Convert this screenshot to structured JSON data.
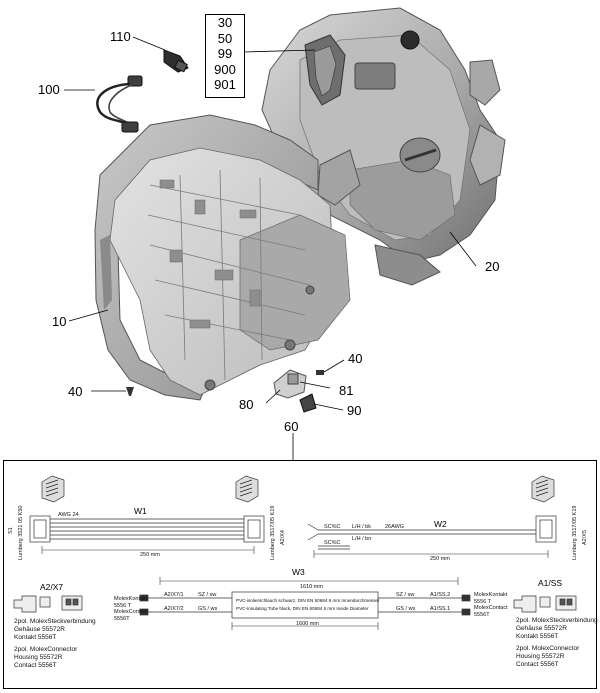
{
  "callouts": {
    "c110": "110",
    "c100": "100",
    "c10": "10",
    "c20": "20",
    "c40a": "40",
    "c40b": "40",
    "c80": "80",
    "c81": "81",
    "c90": "90",
    "c60": "60"
  },
  "variants": [
    "30",
    "50",
    "99",
    "900",
    "901"
  ],
  "wiring": {
    "w1": {
      "title": "W1",
      "awg": "AWG 24",
      "length": "250 mm",
      "left_id": "S1",
      "left_part": "Lumberg 3521 05 K50",
      "right_part": "Lumberg 3517/05 K19",
      "right_id": "A2/X4"
    },
    "w2": {
      "title": "W2",
      "awg": "26AWG",
      "length": "250 mm",
      "right_part": "Lumberg 3517/05 K19",
      "right_id": "A2/X5",
      "wire_marks": [
        "SC%C",
        "L/H / bk",
        "L/H / bn",
        "SC%C"
      ]
    },
    "w3": {
      "title": "W3",
      "length_top": "1610 mm",
      "length_bottom": "1600 mm",
      "tube1": "PVC-isolierschlauch schwarz, DIN EN 60684   6 mm Innendurchmesser",
      "tube2": "PVC-Insulating Tube black, DIN EN 60684   6 mm Inside Diameter",
      "left_marks": [
        "A2/X7/1",
        "A2/X7/2"
      ],
      "right_marks": [
        "A1/SS.2",
        "A1/SS.1"
      ],
      "left_colors": [
        "SZ / sw",
        "GS / ws"
      ],
      "right_colors": [
        "SZ / sw",
        "GS / ws"
      ],
      "left_contact": [
        "MolexKontakt",
        "5556 T",
        "MolexContact",
        "5556T"
      ],
      "right_contact": [
        "MolexKontakt",
        "5556 T",
        "MolexContact",
        "5556T"
      ]
    },
    "a2x7": {
      "title": "A2/X7",
      "de": [
        "2pol. MolexSteckverbindung",
        "Gehäuse 55572R",
        "Kontakt 5556T"
      ],
      "en": [
        "2pol. MolexConnector",
        "Housing 55572R",
        "Contact 5556T"
      ]
    },
    "a1ss": {
      "title": "A1/SS",
      "de": [
        "2pol. MolexSteckverbindung",
        "Gehäuse 55572R",
        "Kontakt 5556T"
      ],
      "en": [
        "2pol. MolexConnector",
        "Housing 55572R",
        "Contact 5556T"
      ]
    }
  }
}
